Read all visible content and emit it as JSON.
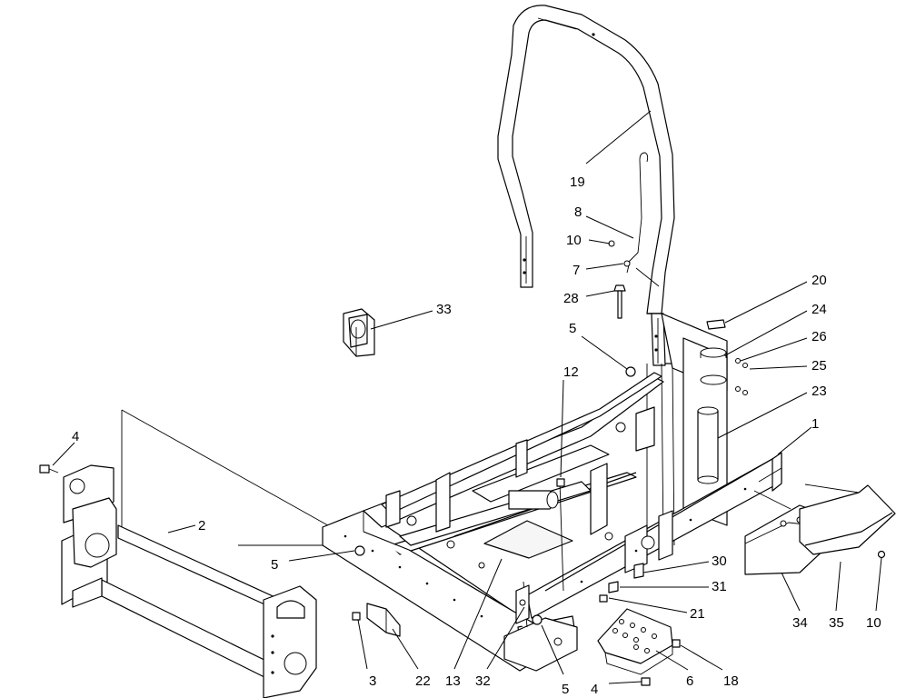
{
  "figure": {
    "type": "exploded-parts-diagram",
    "subject": "mower frame assembly with roll bar"
  },
  "callouts": [
    {
      "id": "c19",
      "label": "19"
    },
    {
      "id": "c8",
      "label": "8"
    },
    {
      "id": "c10a",
      "label": "10"
    },
    {
      "id": "c7",
      "label": "7"
    },
    {
      "id": "c28",
      "label": "28"
    },
    {
      "id": "c33",
      "label": "33"
    },
    {
      "id": "c5a",
      "label": "5"
    },
    {
      "id": "c12",
      "label": "12"
    },
    {
      "id": "c20",
      "label": "20"
    },
    {
      "id": "c24",
      "label": "24"
    },
    {
      "id": "c26",
      "label": "26"
    },
    {
      "id": "c25",
      "label": "25"
    },
    {
      "id": "c23",
      "label": "23"
    },
    {
      "id": "c1",
      "label": "1"
    },
    {
      "id": "c4a",
      "label": "4"
    },
    {
      "id": "c2",
      "label": "2"
    },
    {
      "id": "c5b",
      "label": "5"
    },
    {
      "id": "c30",
      "label": "30"
    },
    {
      "id": "c31",
      "label": "31"
    },
    {
      "id": "c21",
      "label": "21"
    },
    {
      "id": "c34",
      "label": "34"
    },
    {
      "id": "c35",
      "label": "35"
    },
    {
      "id": "c10b",
      "label": "10"
    },
    {
      "id": "c18",
      "label": "18"
    },
    {
      "id": "c6",
      "label": "6"
    },
    {
      "id": "c4b",
      "label": "4"
    },
    {
      "id": "c5c",
      "label": "5"
    },
    {
      "id": "c32",
      "label": "32"
    },
    {
      "id": "c13",
      "label": "13"
    },
    {
      "id": "c22",
      "label": "22"
    },
    {
      "id": "c3",
      "label": "3"
    }
  ]
}
